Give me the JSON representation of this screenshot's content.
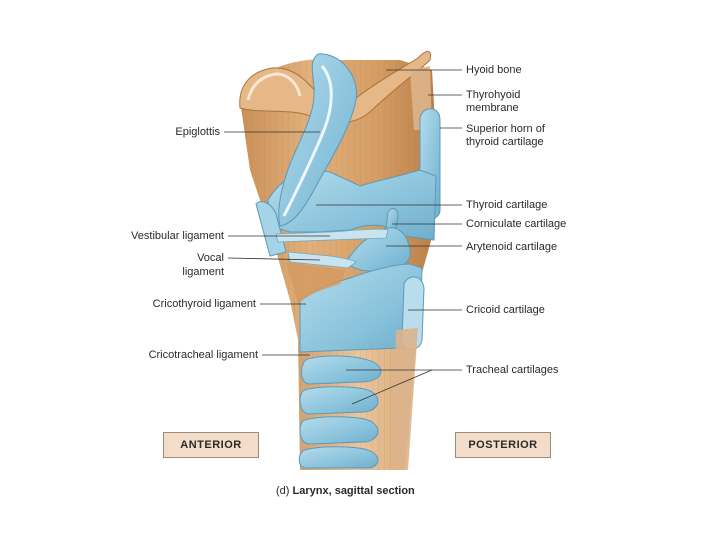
{
  "labels": {
    "hyoid_bone": "Hyoid bone",
    "thyrohyoid_membrane": [
      "Thyrohyoid",
      "membrane"
    ],
    "superior_horn": [
      "Superior horn of",
      "thyroid cartilage"
    ],
    "epiglottis": "Epiglottis",
    "thyroid_cartilage": "Thyroid cartilage",
    "corniculate_cartilage": "Corniculate cartilage",
    "vestibular_ligament": "Vestibular ligament",
    "arytenoid_cartilage": "Arytenoid cartilage",
    "vocal_ligament": [
      "Vocal",
      "ligament"
    ],
    "cricothyroid_ligament": "Cricothyroid ligament",
    "cricoid_cartilage": "Cricoid cartilage",
    "cricotracheal_ligament": "Cricotracheal ligament",
    "tracheal_cartilages": "Tracheal cartilages"
  },
  "orientation": {
    "anterior": "ANTERIOR",
    "posterior": "POSTERIOR"
  },
  "caption": {
    "panel": "(d)",
    "text": "Larynx, sagittal section"
  },
  "colors": {
    "cartilage": "#8fc6dd",
    "cartilage_dark": "#5d9ab6",
    "tissue": "#d8a26c",
    "tissue_dark": "#a9743f",
    "bone": "#e3b585",
    "box_fill": "#f3dcc8"
  }
}
